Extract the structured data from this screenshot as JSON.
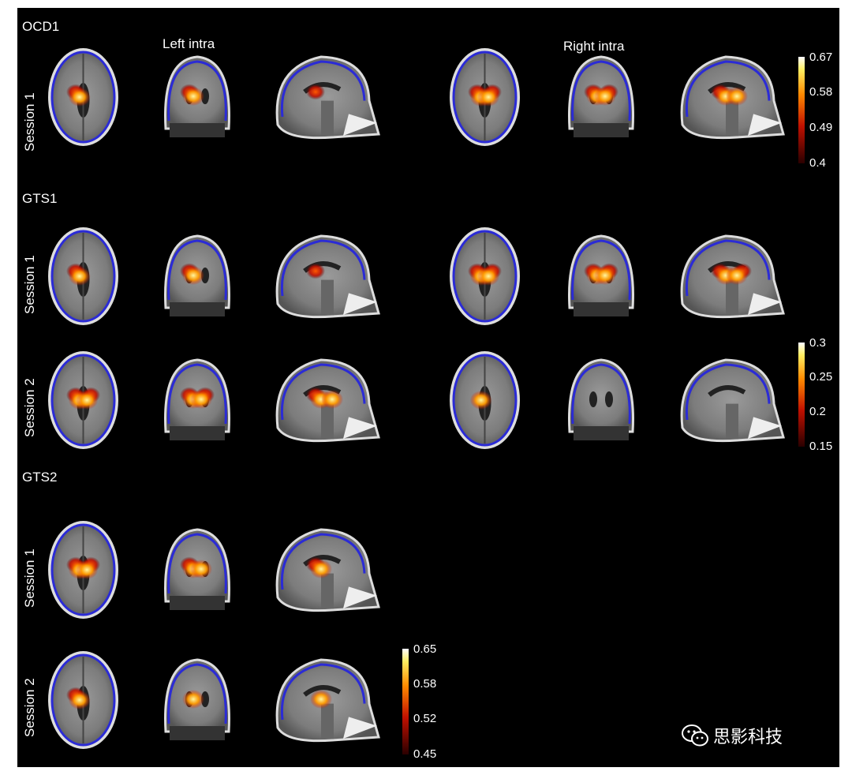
{
  "groups": [
    {
      "label": "OCD1",
      "sessions": [
        "Session 1"
      ]
    },
    {
      "label": "GTS1",
      "sessions": [
        "Session 1",
        "Session 2"
      ]
    },
    {
      "label": "GTS2",
      "sessions": [
        "Session 1",
        "Session 2"
      ]
    }
  ],
  "columns": {
    "left": "Left intra",
    "right": "Right intra"
  },
  "colorbars": [
    {
      "ticks": [
        "0.67",
        "0.58",
        "0.49",
        "0.4"
      ]
    },
    {
      "ticks": [
        "0.3",
        "0.25",
        "0.2",
        "0.15"
      ]
    },
    {
      "ticks": [
        "0.65",
        "0.58",
        "0.52",
        "0.45"
      ]
    }
  ],
  "colors": {
    "background": "#000000",
    "brain_outline": "#2b2bd6",
    "heat_low": "#5a0000",
    "heat_mid": "#e02000",
    "heat_high": "#ffe680",
    "heat_max": "#ffffff"
  },
  "watermark": {
    "text": "思影科技",
    "icon": "wechat-icon"
  }
}
